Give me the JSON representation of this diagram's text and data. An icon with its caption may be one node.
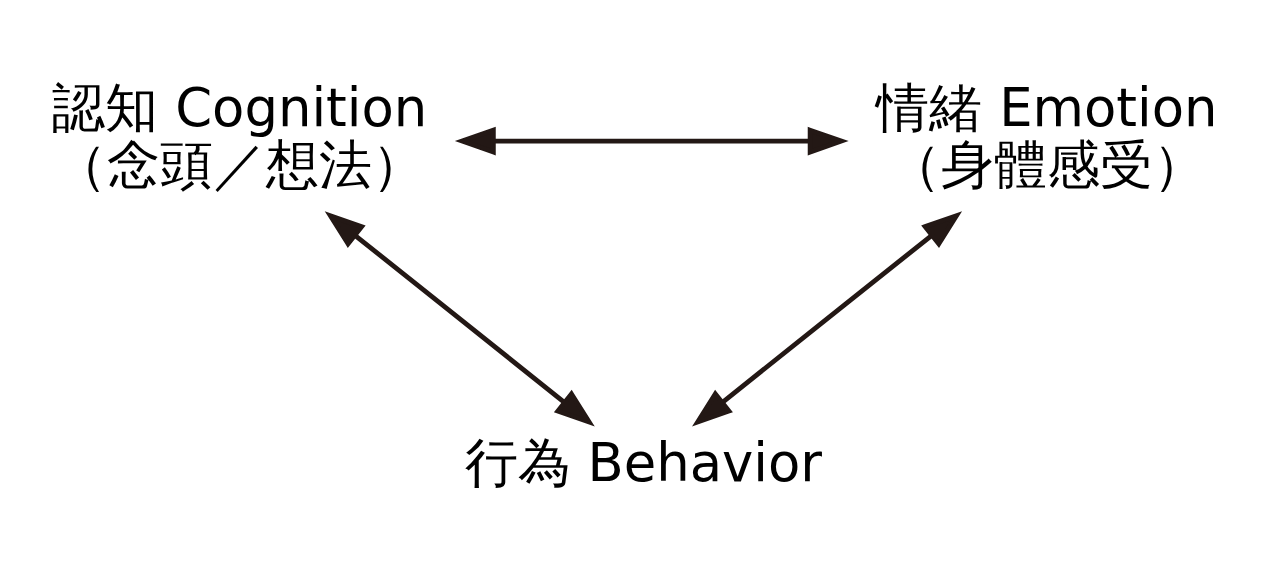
{
  "diagram": {
    "nodes": [
      {
        "text": [
          "認知 Cognition",
          "（念頭／想法）"
        ]
      },
      {
        "text": [
          "情緒 Emotion",
          "（身體感受）"
        ]
      },
      {
        "text": [
          "行為 Behavior"
        ]
      }
    ],
    "edges": [
      {
        "from": 0,
        "to": 1,
        "arrow": "both"
      },
      {
        "from": 0,
        "to": 2,
        "arrow": "both"
      },
      {
        "from": 1,
        "to": 2,
        "arrow": "both"
      }
    ]
  }
}
